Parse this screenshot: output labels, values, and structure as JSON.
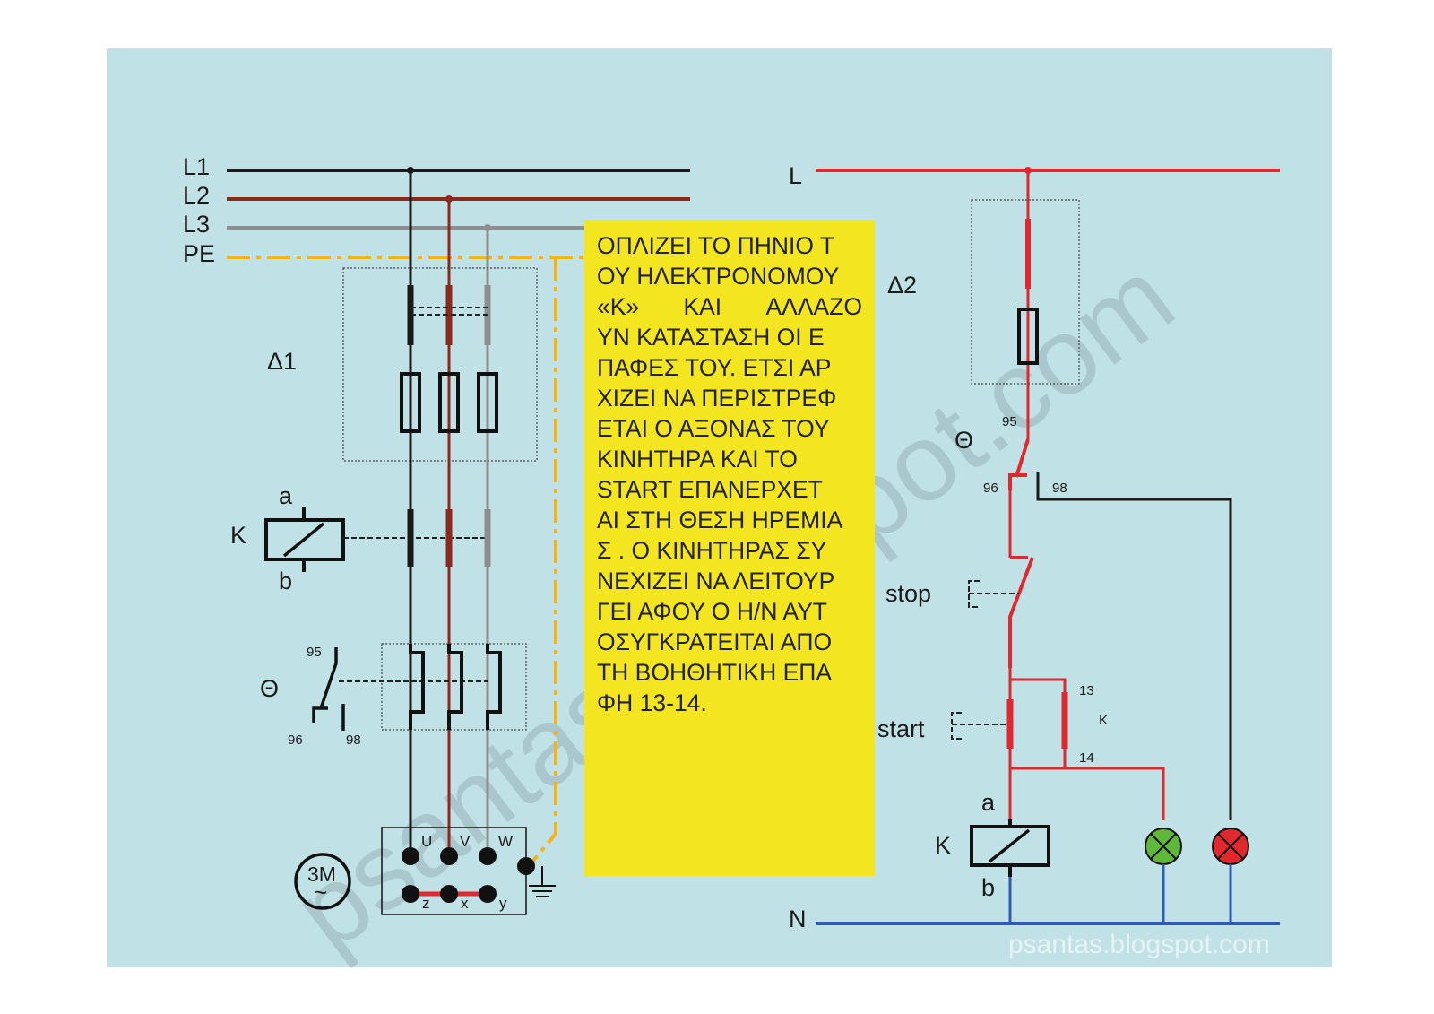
{
  "power_circuit": {
    "lines": [
      "L1",
      "L2",
      "L3",
      "PE"
    ],
    "fuse_label": "Δ1",
    "contactor_label": "K",
    "coil_terminal_a": "a",
    "coil_terminal_b": "b",
    "overload_label": "Θ",
    "overload_terminals": [
      "95",
      "96",
      "98"
    ],
    "motor_label": "3M",
    "motor_symbol": "~",
    "terminal_top": [
      "U",
      "V",
      "W"
    ],
    "terminal_bottom": [
      "z",
      "x",
      "y"
    ]
  },
  "control_circuit": {
    "line_label": "L",
    "neutral_label": "N",
    "fuse_label": "Δ2",
    "overload_label": "Θ",
    "overload_terminals": [
      "95",
      "96",
      "98"
    ],
    "stop_label": "stop",
    "start_label": "start",
    "aux_contact_terminals": [
      "13",
      "14"
    ],
    "aux_contact_label": "K",
    "coil_label": "K",
    "coil_terminal_a": "a",
    "coil_terminal_b": "b",
    "lamps": [
      {
        "name": "green-lamp",
        "color": "#5fb83a"
      },
      {
        "name": "red-lamp",
        "color": "#e0282e"
      }
    ]
  },
  "note": {
    "lines": [
      "ΟΠΛΙΖΕΙ ΤΟ ΠΗΝΙΟ Τ",
      "ΟΥ ΗΛΕΚΤΡΟΝΟΜΟΥ",
      [
        "«Κ»",
        "ΚΑΙ",
        "ΑΛΛΑΖΟ"
      ],
      "ΥΝ ΚΑΤΑΣΤΑΣΗ ΟΙ Ε",
      "ΠΑΦΕΣ ΤΟΥ. ΕΤΣΙ ΑΡ",
      "ΧΙΖΕΙ ΝΑ ΠΕΡΙΣΤΡΕΦ",
      "ΕΤΑΙ Ο ΑΞΟΝΑΣ ΤΟΥ",
      "ΚΙΝΗΤΗΡΑ  ΚΑΙ ΤΟ",
      "START  ΕΠΑΝΕΡΧΕΤ",
      "ΑΙ ΣΤΗ ΘΕΣΗ ΗΡΕΜΙΑ",
      "Σ . Ο ΚΙΝΗΤΗΡΑΣ ΣΥ",
      "ΝΕΧΙΖΕΙ ΝΑ ΛΕΙΤΟΥΡ",
      "ΓΕΙ ΑΦΟΥ Ο Η/Ν  ΑΥΤ",
      "ΟΣΥΓΚΡΑΤΕΙΤΑΙ ΑΠΟ",
      "ΤΗ ΒΟΗΘΗΤΙΚΗ ΕΠΑ",
      "ΦΗ 13-14."
    ]
  },
  "watermarks": {
    "diagonal": "psantas.blogspot.com",
    "bottom": "psantas.blogspot.com"
  },
  "colors": {
    "background": "#c0e1e6",
    "note_background": "#f3e51f",
    "L1": "#1a1a1a",
    "L2": "#8b2a1c",
    "L3": "#8e8e8e",
    "PE": "#f3b41a",
    "control_line": "#e0282e",
    "neutral": "#2e5ab8"
  }
}
